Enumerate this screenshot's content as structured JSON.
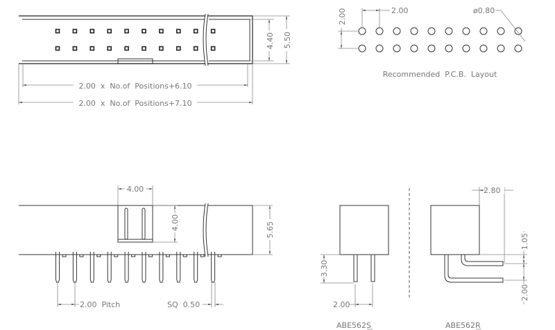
{
  "top_view": {
    "dim_inner_height": "4.40",
    "dim_outer_height": "5.50",
    "dim_inner_length": "2.00  x  No.of  Positions+6.10",
    "dim_outer_length": "2.00  x  No.of  Positions+7.10",
    "pins_per_row": 10
  },
  "pcb_layout": {
    "title": "Recommended  P.C.B.  Layout",
    "row_pitch": "2.00",
    "col_pitch": "2.00",
    "hole_diameter": "ø0.80",
    "holes_per_row": 10
  },
  "side_view": {
    "window_width": "4.00",
    "window_height": "4.00",
    "body_height": "5.65",
    "pitch": "2.00  Pitch",
    "pin_size": "SQ  0.50"
  },
  "straight_variant": {
    "pin_length": "3.30",
    "pitch": "2.00",
    "label": "ABE562S"
  },
  "right_angle_variant": {
    "offset": "2.80",
    "first_row_height": "1.05",
    "row_pitch": "2.00",
    "label": "ABE562R"
  }
}
